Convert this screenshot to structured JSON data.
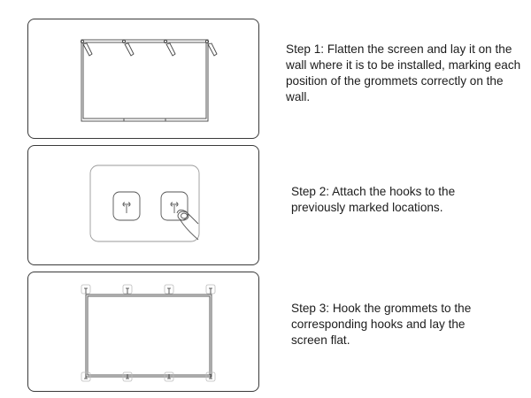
{
  "steps": [
    {
      "number": 1,
      "text": "Step 1: Flatten the screen and lay it on the wall where it is to be installed, marking each position of the grommets correctly on the wall.",
      "illustration": "screen-with-grommet-markers"
    },
    {
      "number": 2,
      "text": "Step 2: Attach the hooks to the previously marked locations.",
      "illustration": "hooks-attached-to-wall"
    },
    {
      "number": 3,
      "text": "Step 3: Hook the grommets to the corresponding hooks and lay the screen flat.",
      "illustration": "screen-hung-on-hooks"
    }
  ],
  "colors": {
    "line": "#3a3a3a",
    "light_line": "#9a9a9a",
    "text": "#1c1c1c"
  }
}
